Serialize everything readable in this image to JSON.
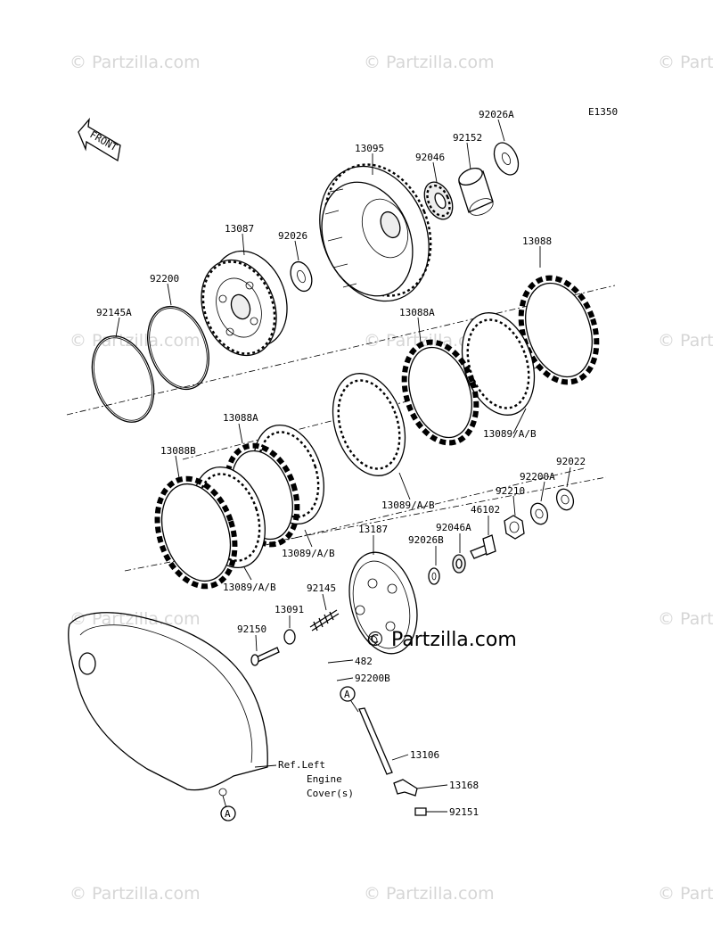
{
  "diagram_code": "E1350",
  "front_label": "FRONT",
  "watermark": "© Partzilla.com",
  "center_watermark": "© Partzilla.com",
  "ref_note": [
    "Ref.Left",
    "Engine",
    "Cover(s)"
  ],
  "callout_letter": "A",
  "parts": {
    "p92026A": "92026A",
    "p92152": "92152",
    "p92046": "92046",
    "p13095": "13095",
    "p13087": "13087",
    "p92026": "92026",
    "p92200": "92200",
    "p92145A": "92145A",
    "p13088": "13088",
    "p13088A_1": "13088A",
    "p13089_1": "13089/A/B",
    "p13088A_2": "13088A",
    "p13088B": "13088B",
    "p13089_2": "13089/A/B",
    "p13089_3": "13089/A/B",
    "p13089_4": "13089/A/B",
    "p92022": "92022",
    "p92200A": "92200A",
    "p92210": "92210",
    "p46102": "46102",
    "p92046A": "92046A",
    "p92026B": "92026B",
    "p13187": "13187",
    "p92145": "92145",
    "p13091": "13091",
    "p92150": "92150",
    "p482": "482",
    "p92200B": "92200B",
    "p13106": "13106",
    "p13168": "13168",
    "p92151": "92151"
  }
}
